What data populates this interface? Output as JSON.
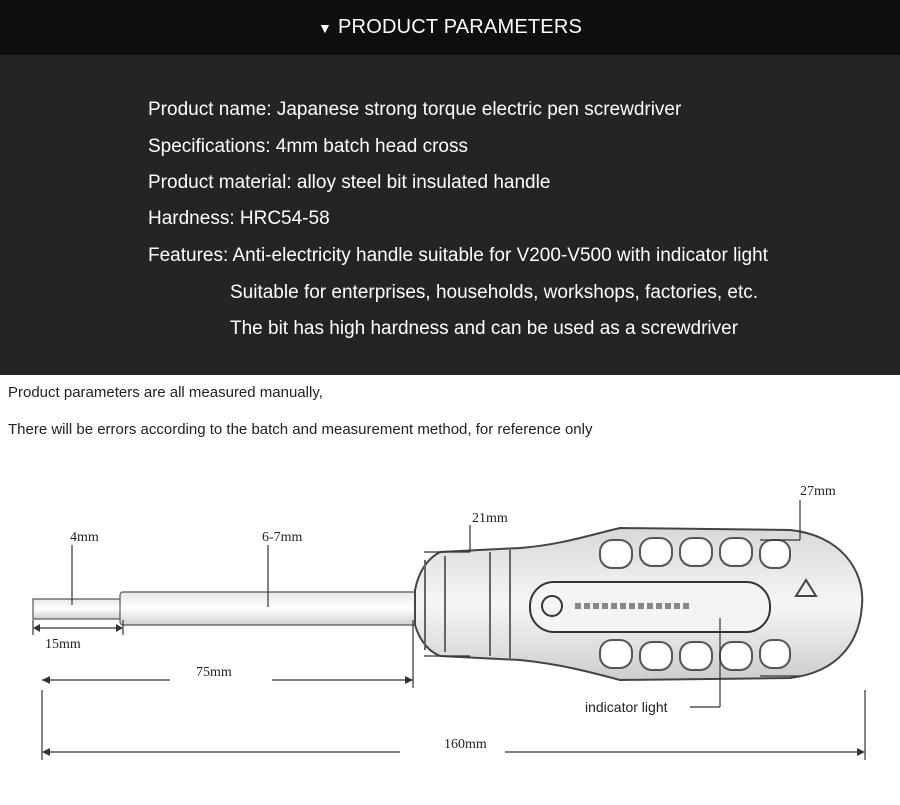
{
  "header": {
    "icon": "triangle-down-icon",
    "title": "PRODUCT PARAMETERS"
  },
  "specs": [
    "Product name: Japanese strong torque electric pen screwdriver",
    "Specifications: 4mm batch head cross",
    "Product material: alloy steel bit insulated handle",
    "Hardness: HRC54-58",
    "Features: Anti-electricity handle suitable for V200-V500 with indicator light",
    "Suitable for enterprises, households, workshops, factories, etc.",
    "The bit has high hardness and can be used as a screwdriver"
  ],
  "notes": [
    "Product parameters are all measured manually,",
    "There will be errors according to the batch and measurement method, for reference only"
  ],
  "diagram": {
    "tip_width": "4mm",
    "shaft_width": "6-7mm",
    "neck_width": "21mm",
    "handle_width": "27mm",
    "tip_length": "15mm",
    "shaft_length": "75mm",
    "total_length": "160mm",
    "indicator": "indicator light"
  },
  "colors": {
    "header_bg": "#0e0e0e",
    "panel_bg": "#242424",
    "text_light": "#ffffff"
  }
}
